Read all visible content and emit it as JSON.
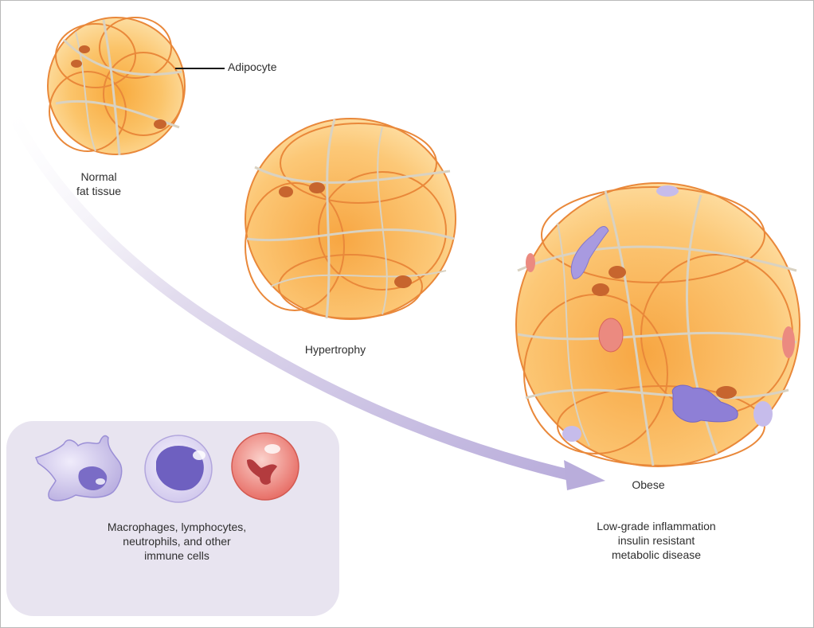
{
  "diagram": {
    "title": "Adipose tissue progression from normal to obese",
    "stages": [
      {
        "id": "normal",
        "label_lines": [
          "Normal",
          "fat tissue"
        ]
      },
      {
        "id": "hypertrophy",
        "label_lines": [
          "Hypertrophy"
        ]
      },
      {
        "id": "obese",
        "label_lines": [
          "Obese"
        ]
      }
    ],
    "callout": {
      "label": "Adipocyte"
    },
    "obese_consequences": {
      "lines": [
        "Low-grade inflammation",
        "insulin resistant",
        "metabolic disease"
      ]
    },
    "legend": {
      "items": [
        "macrophage",
        "lymphocyte",
        "neutrophil"
      ],
      "caption_lines": [
        "Macrophages, lymphocytes,",
        "neutrophils, and other",
        "immune cells"
      ]
    },
    "arrow": {
      "direction": "normal-to-obese",
      "meaning": "progression"
    },
    "colors": {
      "adipocyte_fill": "#fbc46a",
      "adipocyte_edge": "#e9883a",
      "nucleus": "#c7652e",
      "connective_fiber": "#d9d2c2",
      "macrophage": "#9b8fd6",
      "lymphocyte": "#7668c4",
      "neutrophil": "#e66b63",
      "arrow": "#c7bde0",
      "legend_bg": "#e8e4f0",
      "border": "#b9b9b9"
    }
  }
}
